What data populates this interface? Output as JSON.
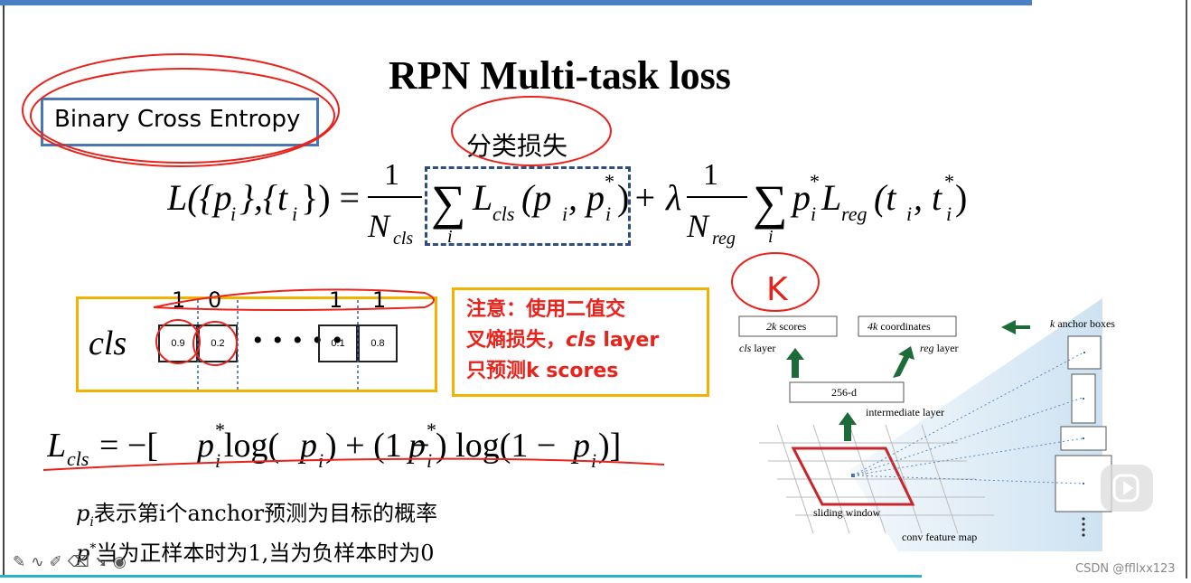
{
  "slide": {
    "title": "RPN Multi-task loss",
    "bce_label": "Binary Cross Entropy",
    "cls_note": "分类损失"
  },
  "formula_main": {
    "lhs": "L({p",
    "lhs_sub_i": "i",
    "lhs_mid": "},{t",
    "lhs_sub_i2": "i",
    "lhs_end": "}) =",
    "one": "1",
    "n_cls_N": "N",
    "n_cls_sub": "cls",
    "sum": "∑",
    "i": "i",
    "l_cls": "L",
    "l_cls_sub": "cls",
    "args1": "(p",
    "args1_sub": "i",
    "args1_comma": ", p",
    "args1_sub2": "i",
    "star": "*",
    "close": ")",
    "plus_lambda": "+ λ",
    "n_reg_N": "N",
    "n_reg_sub": "reg",
    "p_star": "p",
    "l_reg": "L",
    "l_reg_sub": "reg",
    "args2": "(t",
    "args2_sub": "i",
    "args2_comma": ", t",
    "args2_sub2": "i"
  },
  "cls_figure": {
    "label": "cls",
    "top_labels": [
      "1",
      "0",
      "1",
      "1"
    ],
    "cells": [
      "0.9",
      "0.2",
      "0.1",
      "0.8"
    ],
    "dots": "• • • • •"
  },
  "attention": {
    "line1": "注意：使用二值交",
    "line2_a": "叉熵损失，",
    "line2_b": "cls",
    "line2_c": " layer",
    "line3": "只预测k scores"
  },
  "formula_lcls": {
    "L": "L",
    "sub": "cls",
    "eq": " = −[",
    "p": "p",
    "i": "i",
    "star": "*",
    "log1": " log(",
    "pi": "p",
    "close1": ") + (1 − ",
    "close2": ") log(1 − ",
    "close3": ")]"
  },
  "descriptions": {
    "p": "p",
    "i": "i",
    "line1": "表示第i个anchor预测为目标的概率",
    "star": "*",
    "line2": "当为正样本时为1,当为负样本时为0"
  },
  "rpn_diagram": {
    "scores_k": "2k",
    "scores": " scores",
    "coords_k": "4k",
    "coords": " coordinates",
    "cls_layer": "cls",
    "cls_layer_suffix": " layer",
    "reg_layer": "reg",
    "reg_layer_suffix": " layer",
    "intermediate": "256-d",
    "intermediate_label": "intermediate layer",
    "anchor_k": "k",
    "anchor_label": " anchor boxes",
    "sliding": "sliding window",
    "feature_map": "conv feature map",
    "k_annotation": "K"
  },
  "toolbar_icons": [
    "pen-icon",
    "lasso-icon",
    "highlighter-icon",
    "eraser-icon",
    "pointer-icon",
    "record-icon"
  ],
  "watermark": "CSDN @ffllxx123",
  "colors": {
    "annotation_red": "#e8231c",
    "highlight_yellow": "#f2b200",
    "box_blue": "#4a76b8",
    "diagram_red": "#c8262b",
    "arrow_green": "#1e6b3a"
  }
}
